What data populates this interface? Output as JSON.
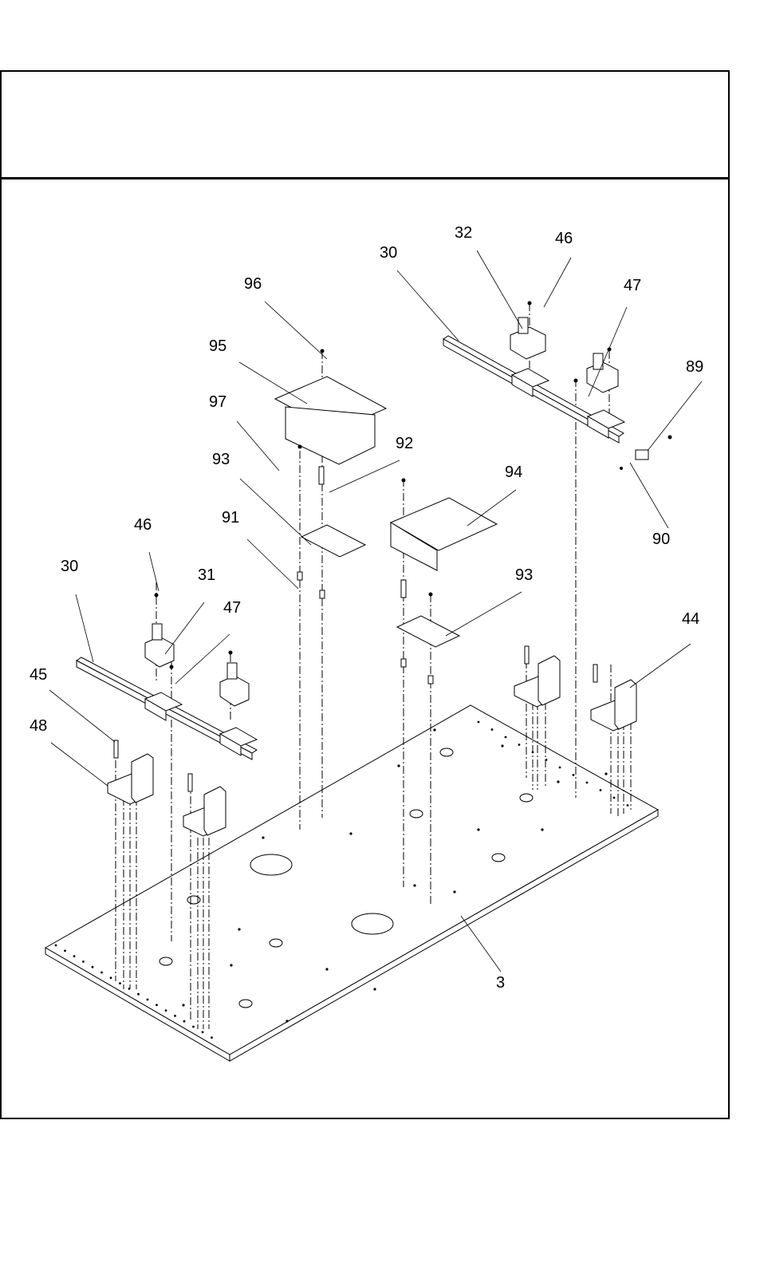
{
  "page": {
    "header_text": "",
    "figure_kind": "exploded assembly view"
  },
  "callouts": [
    {
      "id": "c30a",
      "label": "30"
    },
    {
      "id": "c32",
      "label": "32"
    },
    {
      "id": "c46a",
      "label": "46"
    },
    {
      "id": "c47a",
      "label": "47"
    },
    {
      "id": "c89",
      "label": "89"
    },
    {
      "id": "c90",
      "label": "90"
    },
    {
      "id": "c96",
      "label": "96"
    },
    {
      "id": "c95",
      "label": "95"
    },
    {
      "id": "c97",
      "label": "97"
    },
    {
      "id": "c92",
      "label": "92"
    },
    {
      "id": "c93a",
      "label": "93"
    },
    {
      "id": "c91",
      "label": "91"
    },
    {
      "id": "c94",
      "label": "94"
    },
    {
      "id": "c93b",
      "label": "93"
    },
    {
      "id": "c46b",
      "label": "46"
    },
    {
      "id": "c30b",
      "label": "30"
    },
    {
      "id": "c31",
      "label": "31"
    },
    {
      "id": "c47b",
      "label": "47"
    },
    {
      "id": "c44",
      "label": "44"
    },
    {
      "id": "c45",
      "label": "45"
    },
    {
      "id": "c48",
      "label": "48"
    },
    {
      "id": "c3",
      "label": "3"
    }
  ]
}
